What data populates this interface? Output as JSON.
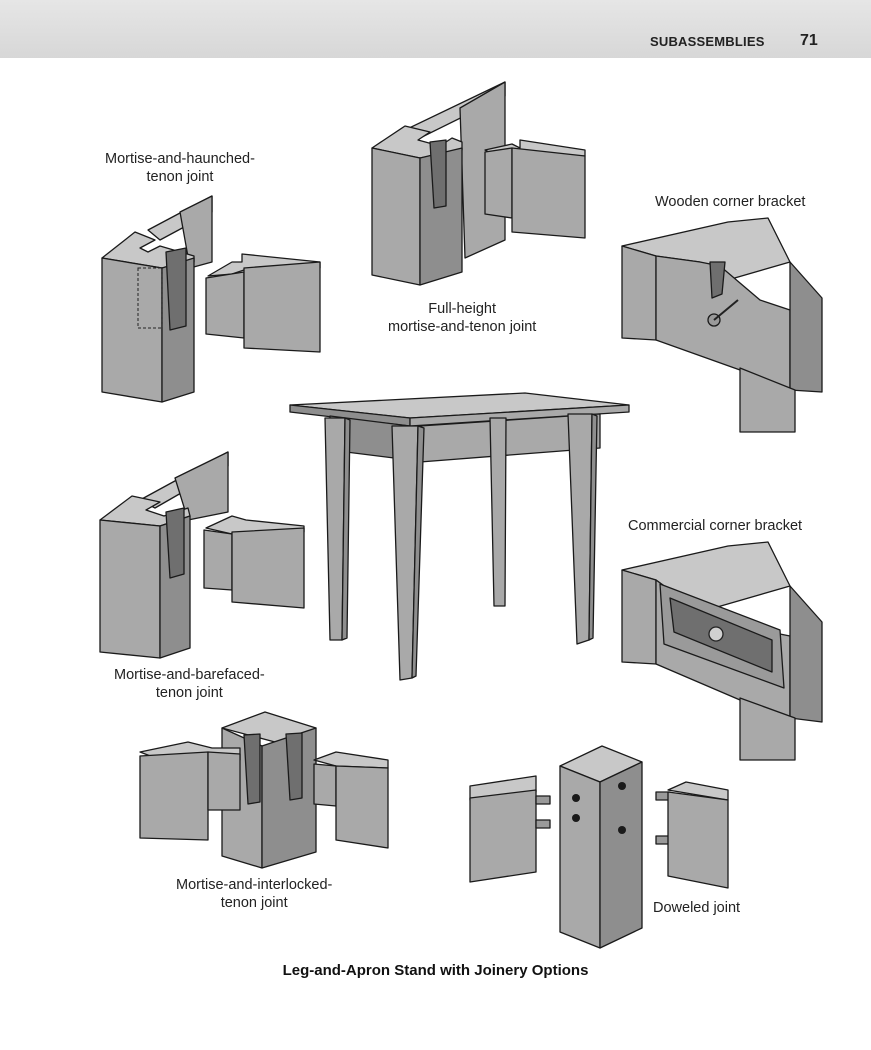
{
  "header": {
    "section": "SUBASSEMBLIES",
    "page_number": "71"
  },
  "labels": {
    "haunched": [
      "Mortise-and-haunched-",
      "tenon joint"
    ],
    "full_height": [
      "Full-height",
      "mortise-and-tenon joint"
    ],
    "wooden_bracket": "Wooden corner bracket",
    "commercial_bracket": "Commercial corner bracket",
    "barefaced": [
      "Mortise-and-barefaced-",
      "tenon joint"
    ],
    "interlocked": [
      "Mortise-and-interlocked-",
      "tenon joint"
    ],
    "doweled": "Doweled joint"
  },
  "caption": "Leg-and-Apron Stand with Joinery Options"
}
